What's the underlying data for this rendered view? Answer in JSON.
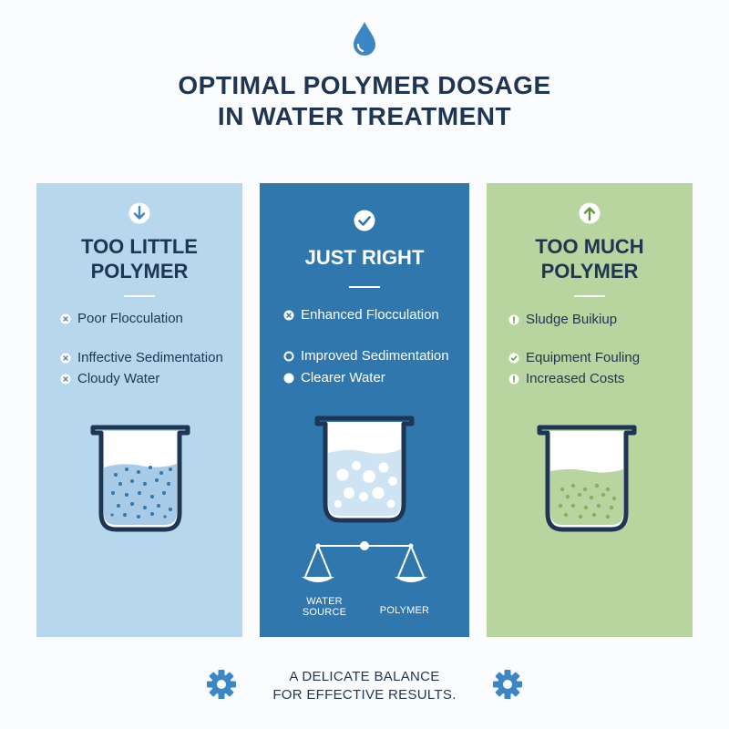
{
  "header": {
    "icon": "water-drop-icon",
    "title_line1": "OPTIMAL POLYMER DOSAGE",
    "title_line2": "IN WATER TREATMENT"
  },
  "panels": [
    {
      "icon": "arrow-down-circle-icon",
      "title_line1": "TOO LITTLE",
      "title_line2": "POLYMER",
      "background": "#b7d7ec",
      "items": [
        {
          "bullet": "x-circle-icon",
          "text": "Poor Flocculation"
        },
        {
          "bullet": "x-circle-icon",
          "text": "Inffective Sedimentation"
        },
        {
          "bullet": "x-circle-icon",
          "text": "Cloudy Water"
        }
      ]
    },
    {
      "icon": "check-circle-icon",
      "title_line1": "JUST RIGHT",
      "background": "#2f77ad",
      "items": [
        {
          "bullet": "x-circle-icon",
          "text": "Enhanced Flocculation"
        },
        {
          "bullet": "ring-icon",
          "text": "Improved Sedimentation"
        },
        {
          "bullet": "dot-icon",
          "text": "Clearer Water"
        }
      ],
      "scale": {
        "icon": "balance-scale-icon",
        "left_label_line1": "WATER",
        "left_label_line2": "SOURCE",
        "right_label": "POLYMER"
      }
    },
    {
      "icon": "arrow-up-circle-icon",
      "title_line1": "TOO MUCH",
      "title_line2": "POLYMER",
      "background": "#b8d49f",
      "items": [
        {
          "bullet": "exclamation-circle-icon",
          "text": "Sludge Buikiup"
        },
        {
          "bullet": "check-circle-icon",
          "text": "Equipment Fouling"
        },
        {
          "bullet": "exclamation-circle-icon",
          "text": "Increased Costs"
        }
      ]
    }
  ],
  "footer": {
    "icon": "gear-icon",
    "line1": "A DELICATE BALANCE",
    "line2": "FOR EFFECTIVE RESULTS."
  },
  "colors": {
    "navy": "#1e3553",
    "light_blue": "#b7d7ec",
    "mid_blue": "#2f77ad",
    "light_green": "#b8d49f",
    "accent_blue": "#3d86c6"
  }
}
